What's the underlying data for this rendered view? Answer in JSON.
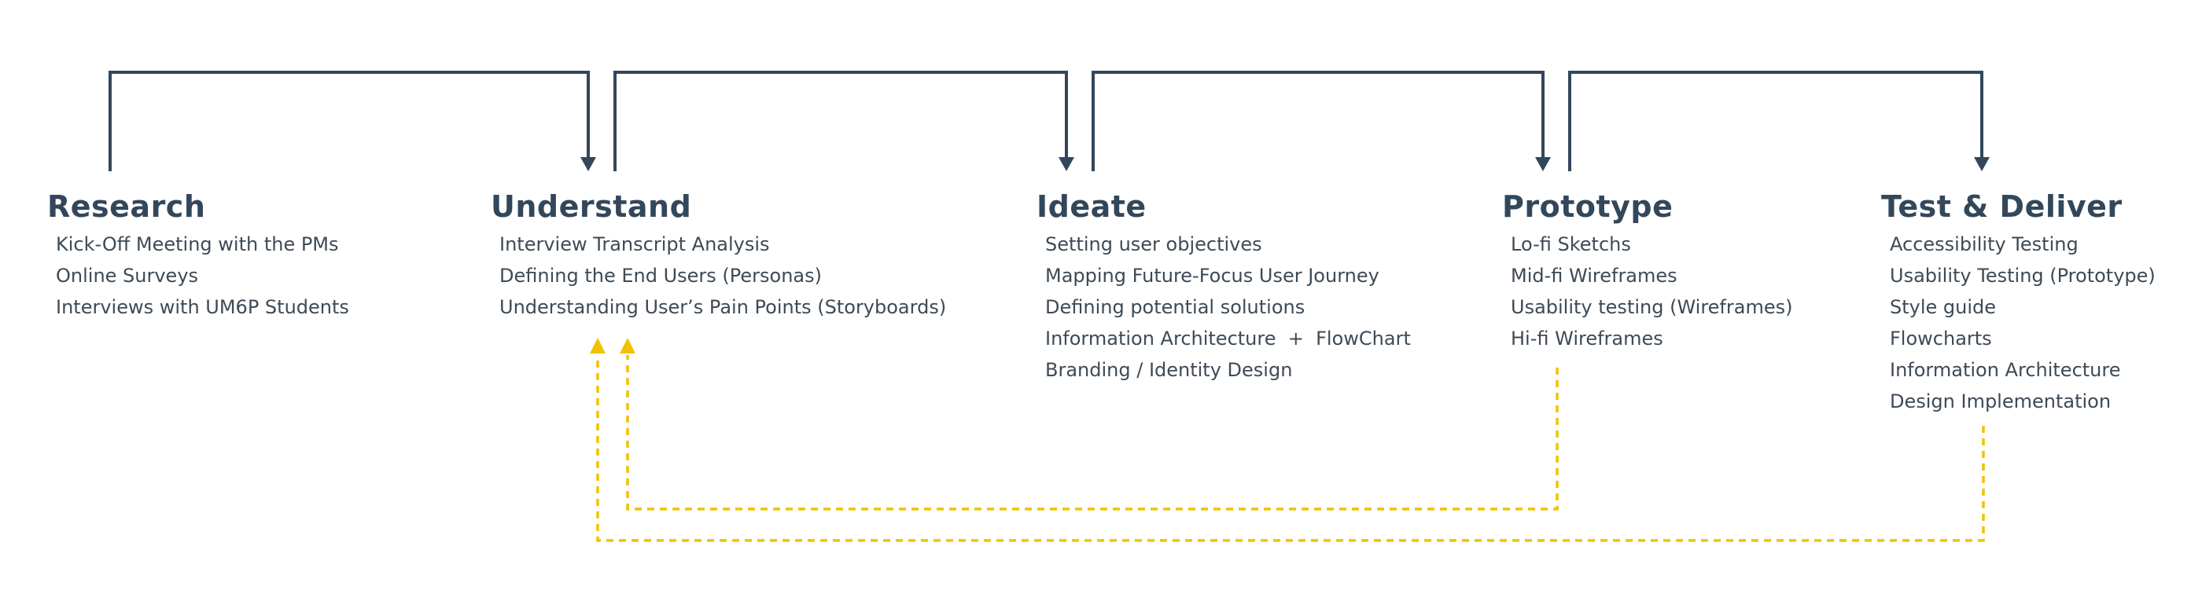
{
  "colors": {
    "flow": "#33475b",
    "feedback": "#f2c200",
    "text": "#3e4a56"
  },
  "stages": [
    {
      "title": "Research",
      "items": [
        "Kick-Off Meeting with the PMs",
        "Online Surveys",
        "Interviews with UM6P Students"
      ]
    },
    {
      "title": "Understand",
      "items": [
        "Interview Transcript Analysis",
        "Defining the End Users (Personas)",
        "Understanding User’s Pain Points (Storyboards)"
      ]
    },
    {
      "title": "Ideate",
      "items": [
        "Setting user objectives",
        "Mapping Future-Focus User Journey",
        "Defining potential solutions",
        "Information Architecture  +  FlowChart",
        "Branding / Identity Design"
      ]
    },
    {
      "title": "Prototype",
      "items": [
        "Lo-fi Sketchs",
        "Mid-fi Wireframes",
        "Usability testing (Wireframes)",
        "Hi-fi Wireframes"
      ]
    },
    {
      "title": "Test & Deliver",
      "items": [
        "Accessibility Testing",
        "Usability Testing (Prototype)",
        "Style guide",
        "Flowcharts",
        "Information Architecture",
        "Design Implementation"
      ]
    }
  ]
}
